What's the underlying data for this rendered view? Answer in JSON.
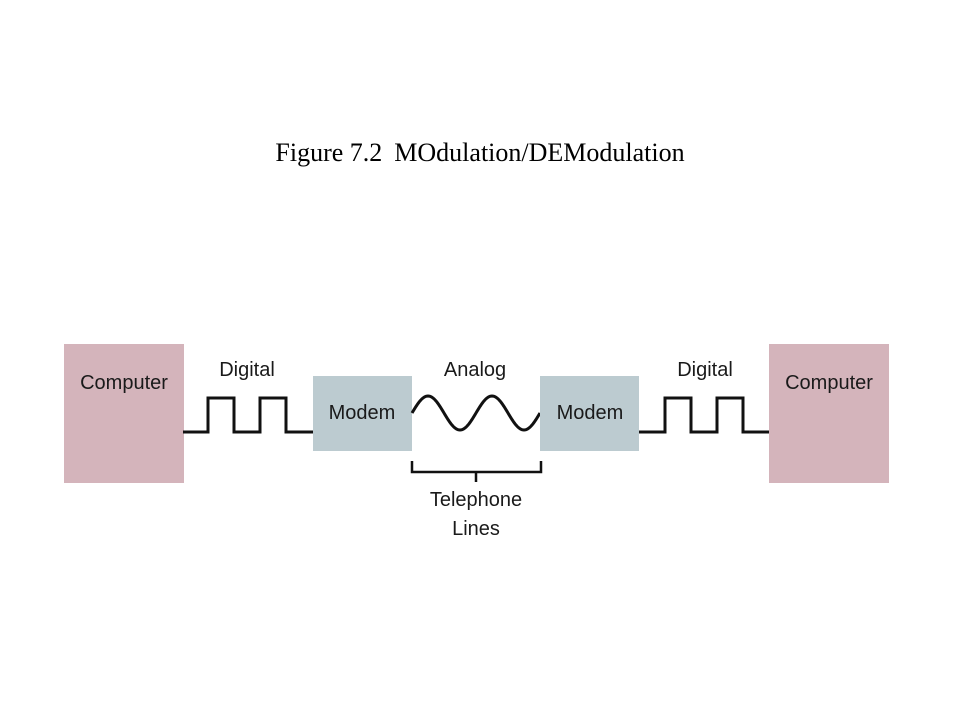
{
  "title": {
    "number": "Figure 7.2",
    "text": "MOdulation/DEModulation"
  },
  "nodes": {
    "left_computer": "Computer",
    "right_computer": "Computer",
    "left_modem": "Modem",
    "right_modem": "Modem"
  },
  "signals": {
    "left_digital": "Digital",
    "analog": "Analog",
    "right_digital": "Digital"
  },
  "channel": {
    "line1": "Telephone",
    "line2": "Lines"
  },
  "colors": {
    "computer_fill": "#d4b4bb",
    "modem_fill": "#bccbd0",
    "signal_stroke": "#111111"
  }
}
